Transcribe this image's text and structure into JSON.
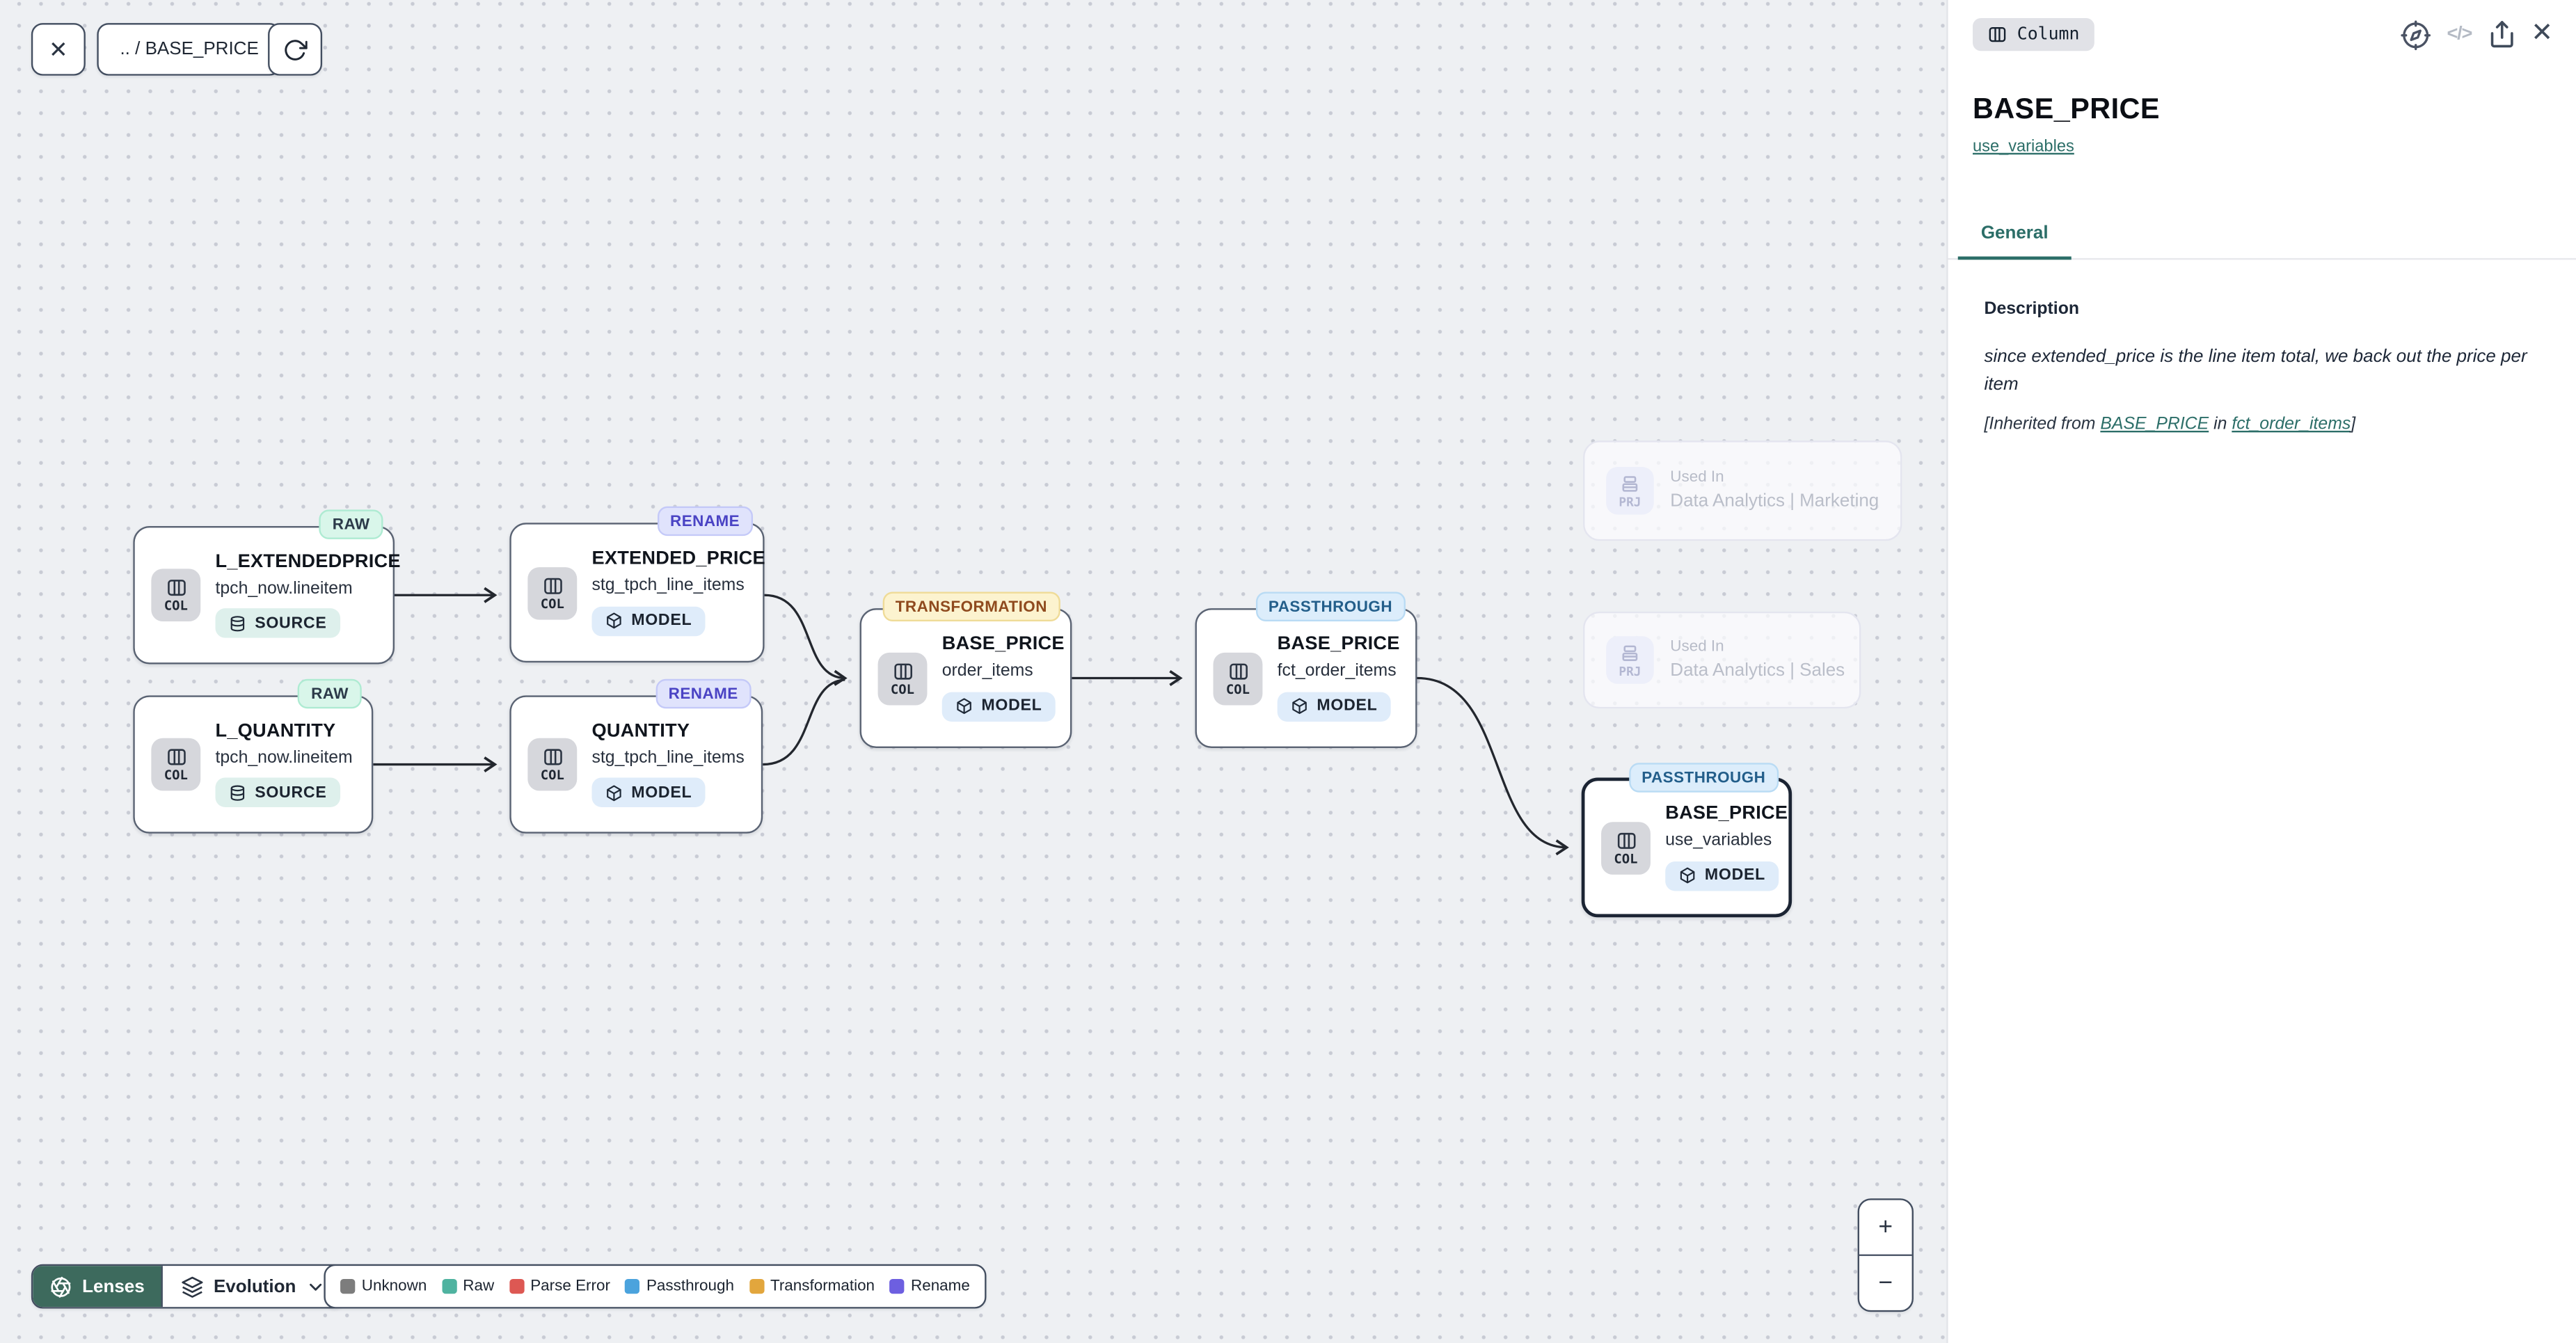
{
  "toolbar": {
    "breadcrumb": ".. / BASE_PRICE"
  },
  "icons": {
    "close": "✕",
    "code": "</>",
    "plus": "+",
    "minus": "−"
  },
  "canvas": {
    "col_label": "COL",
    "prj_label": "PRJ",
    "nodes": [
      {
        "title": "L_EXTENDEDPRICE",
        "subtitle": "tpch_now.lineitem",
        "kind": "SOURCE",
        "status": "RAW"
      },
      {
        "title": "EXTENDED_PRICE",
        "subtitle": "stg_tpch_line_items",
        "kind": "MODEL",
        "status": "RENAME"
      },
      {
        "title": "L_QUANTITY",
        "subtitle": "tpch_now.lineitem",
        "kind": "SOURCE",
        "status": "RAW"
      },
      {
        "title": "QUANTITY",
        "subtitle": "stg_tpch_line_items",
        "kind": "MODEL",
        "status": "RENAME"
      },
      {
        "title": "BASE_PRICE",
        "subtitle": "order_items",
        "kind": "MODEL",
        "status": "TRANSFORMATION"
      },
      {
        "title": "BASE_PRICE",
        "subtitle": "fct_order_items",
        "kind": "MODEL",
        "status": "PASSTHROUGH"
      },
      {
        "title": "BASE_PRICE",
        "subtitle": "use_variables",
        "kind": "MODEL",
        "status": "PASSTHROUGH",
        "selected": true
      }
    ],
    "used_in": [
      {
        "label": "Used In",
        "name": "Data Analytics | Marketing"
      },
      {
        "label": "Used In",
        "name": "Data Analytics | Sales"
      }
    ]
  },
  "lenses": {
    "button": "Lenses",
    "mode": "Evolution"
  },
  "legend": [
    {
      "label": "Unknown",
      "color": "#7d7d7d"
    },
    {
      "label": "Raw",
      "color": "#4fb3a0"
    },
    {
      "label": "Parse Error",
      "color": "#dd5853"
    },
    {
      "label": "Passthrough",
      "color": "#4ba3dd"
    },
    {
      "label": "Transformation",
      "color": "#e2a63d"
    },
    {
      "label": "Rename",
      "color": "#6d5fe0"
    }
  ],
  "panel": {
    "badge": "Column",
    "title": "BASE_PRICE",
    "model_link": "use_variables",
    "tab": "General",
    "description_heading": "Description",
    "description_body": "since extended_price is the line item total, we back out the price per item",
    "inherited": {
      "prefix": "[Inherited from ",
      "link_column": "BASE_PRICE",
      "middle": " in ",
      "link_model": "fct_order_items",
      "suffix": "]"
    }
  },
  "colors": {
    "accent_teal": "#2c6e68",
    "lenses_bg": "#3d6a5d",
    "status": {
      "raw": "#d9f6ea",
      "rename": "#e0e3fc",
      "transformation": "#fcf3cf",
      "passthrough": "#dcedfb"
    }
  }
}
